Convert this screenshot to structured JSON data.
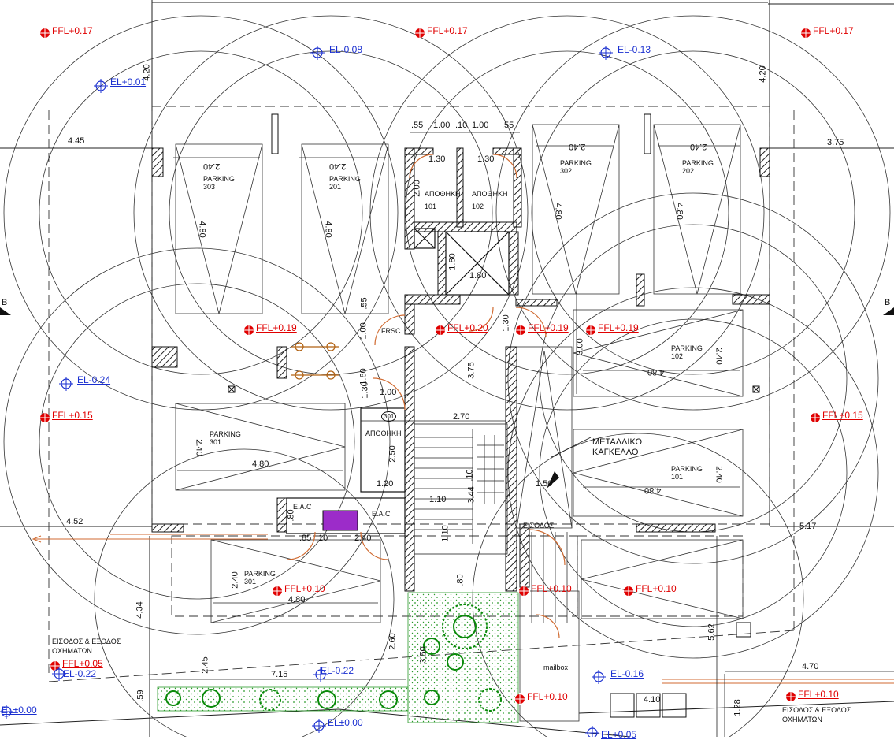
{
  "colors": {
    "ffl": "#e00000",
    "el": "#1a2fd0",
    "line": "#111111",
    "dim": "#222222",
    "wall": "#111111",
    "tree": "#0a8a0a",
    "purple": "#9c2cc9",
    "orange": "#d06a30",
    "hatch": "#2a9a2a"
  },
  "levels": {
    "ffl": [
      {
        "id": "ffl-1",
        "text": "FFL+0.17"
      },
      {
        "id": "ffl-2",
        "text": "FFL+0.17"
      },
      {
        "id": "ffl-3",
        "text": "FFL+0.17"
      },
      {
        "id": "ffl-4",
        "text": "FFL+0.19"
      },
      {
        "id": "ffl-5",
        "text": "FFL+0.20"
      },
      {
        "id": "ffl-6",
        "text": "FFL+0.19"
      },
      {
        "id": "ffl-7",
        "text": "FFL+0.19"
      },
      {
        "id": "ffl-8",
        "text": "FFL+0.15"
      },
      {
        "id": "ffl-9",
        "text": "FFL+0.15"
      },
      {
        "id": "ffl-10",
        "text": "FFL+0.10"
      },
      {
        "id": "ffl-11",
        "text": "FFL+0.10"
      },
      {
        "id": "ffl-12",
        "text": "FFL+0.10"
      },
      {
        "id": "ffl-13",
        "text": "FFL+0.05"
      },
      {
        "id": "ffl-14",
        "text": "FFL+0.10"
      },
      {
        "id": "ffl-15",
        "text": "FFL+0.10"
      }
    ],
    "el": [
      {
        "id": "el-1",
        "text": "EL-0.08"
      },
      {
        "id": "el-2",
        "text": "EL-0.13"
      },
      {
        "id": "el-3",
        "text": "EL+0.01"
      },
      {
        "id": "el-4",
        "text": "EL-0.24"
      },
      {
        "id": "el-5",
        "text": "EL-0.22"
      },
      {
        "id": "el-6",
        "text": "EL-0.22"
      },
      {
        "id": "el-7",
        "text": "EL-0.16"
      },
      {
        "id": "el-8",
        "text": "EL±0.00"
      },
      {
        "id": "el-9",
        "text": "EL±0.00"
      },
      {
        "id": "el-10",
        "text": "EL+0.05"
      }
    ]
  },
  "rooms": {
    "parking_303": {
      "name": "PARKING",
      "num": "303",
      "w": "2.40",
      "l": "4.80"
    },
    "parking_201": {
      "name": "PARKING",
      "num": "201",
      "w": "2.40",
      "l": "4.80"
    },
    "parking_302": {
      "name": "PARKING",
      "num": "302",
      "w": "2.40",
      "l": "4.80"
    },
    "parking_202": {
      "name": "PARKING",
      "num": "202",
      "w": "2.40",
      "l": "4.80"
    },
    "parking_301a": {
      "name": "PARKING",
      "num": "301",
      "w": "2.40",
      "l": "4.80"
    },
    "parking_301b": {
      "name": "PARKING",
      "num": "301",
      "w": "2.40",
      "l": "4.80"
    },
    "parking_102": {
      "name": "PARKING",
      "num": "102",
      "w": "2.40",
      "l": "4.80"
    },
    "parking_101": {
      "name": "PARKING",
      "num": "101",
      "w": "2.40",
      "l": "4.80"
    },
    "storage_101": {
      "name": "ΑΠΟΘΗΚΗ",
      "num": "101"
    },
    "storage_102": {
      "name": "ΑΠΟΘΗΚΗ",
      "num": "102"
    },
    "storage_301": {
      "name": "ΑΠΟΘΗΚΗ",
      "num": "301"
    },
    "frsc": "FRSC",
    "eac1": "Ε.Α.C",
    "eac2": "Ε.Α.C",
    "entrance": "ΕΙΣΟΔΟΣ",
    "mailbox": "mailbox"
  },
  "notes": {
    "metal_railing_1": "ΜΕΤΑΛΛΙΚΟ",
    "metal_railing_2": "ΚΑΓΚΕΛΛΟ",
    "vehicle_entry_left_1": "ΕΙΣΟΔΟΣ & ΕΞΟΔΟΣ",
    "vehicle_entry_left_2": "ΟΧΗΜΑΤΩΝ",
    "vehicle_entry_right_1": "ΕΙΣΟΔΟΣ & ΕΞΟΔΟΣ",
    "vehicle_entry_right_2": "ΟΧΗΜΑΤΩΝ",
    "section_left": "B",
    "section_right": "B"
  },
  "dims": {
    "d_420_left": "4.20",
    "d_420_right": "4.20",
    "d_445": "4.45",
    "d_375": "3.75",
    "d_top_55a": ".55",
    "d_top_100a": "1.00",
    "d_top_10": ".10",
    "d_top_100b": "1.00",
    "d_top_55b": ".55",
    "d_130a": "1.30",
    "d_130b": "1.30",
    "d_200": "2.00",
    "d_180a": "1.80",
    "d_180b": "1.80",
    "d_55": ".55",
    "d_100": "1.00",
    "d_160": "1.60",
    "d_130c": "1.30",
    "d_130d": "1.30",
    "d_100b": "1.00",
    "d_375b": "3.75",
    "d_300": "3.00",
    "d_270": "2.70",
    "d_250": "2.50",
    "d_120": "1.20",
    "d_110a": "1.10",
    "d_344": "3.44",
    "d_10": ".10",
    "d_110b": "1.10",
    "d_150": "1.50",
    "d_452": "4.52",
    "d_517": "5.17",
    "d_85": ".85",
    "d_10b": ".10",
    "d_240h": "2.40",
    "d_80": ".80",
    "d_80b": ".80",
    "d_434": "4.34",
    "d_245": "2.45",
    "d_260": "2.60",
    "d_715": "7.15",
    "d_59": ".59",
    "d_350": "3.50",
    "d_562": "5.62",
    "d_470": "4.70",
    "d_410": "4.10",
    "d_128": "1.28"
  }
}
